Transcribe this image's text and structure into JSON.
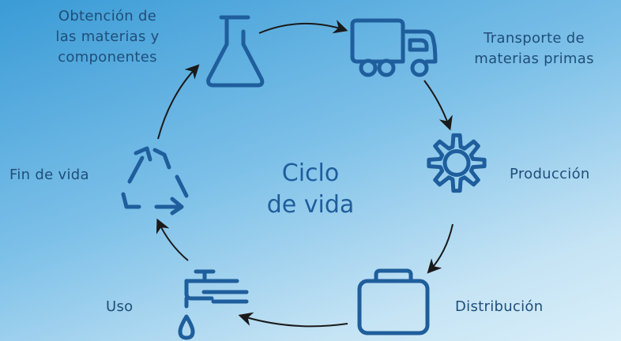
{
  "center": {
    "line1": "Ciclo",
    "line2": "de vida"
  },
  "stages": {
    "obtencion": {
      "lines": [
        "Obtención de",
        "las materias y",
        "componentes"
      ],
      "icon": "flask-icon"
    },
    "transporte": {
      "lines": [
        "Transporte de",
        "materias primas"
      ],
      "icon": "truck-icon"
    },
    "produccion": {
      "label": "Producción",
      "icon": "gear-icon"
    },
    "distribucion": {
      "label": "Distribución",
      "icon": "briefcase-icon"
    },
    "uso": {
      "label": "Uso",
      "icon": "faucet-icon"
    },
    "fin": {
      "label": "Fin de vida",
      "icon": "recycle-icon"
    }
  },
  "colors": {
    "icon": "#1f5e9c",
    "arrow": "#1a1a1a",
    "text": "#1f4e79"
  }
}
